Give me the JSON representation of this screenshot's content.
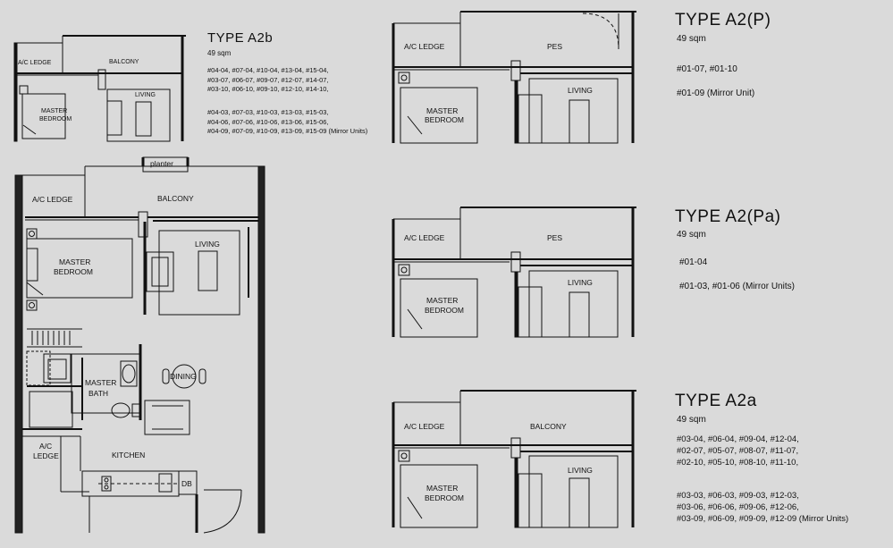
{
  "a2b": {
    "title": "TYPE A2b",
    "area": "49 sqm",
    "units": [
      "#04-04, #07-04, #10-04, #13-04, #15-04,",
      "#03-07, #06-07, #09-07, #12-07, #14-07,",
      "#03-10, #06-10, #09-10, #12-10, #14-10,"
    ],
    "mirror_units": [
      "#04-03, #07-03, #10-03, #13-03, #15-03,",
      "#04-06, #07-06, #10-06, #13-06, #15-06,",
      "#04-09, #07-09, #10-09, #13-09, #15-09 (Mirror Units)"
    ],
    "rooms": {
      "ac_ledge": "A/C LEDGE",
      "balcony": "BALCONY",
      "master_bedroom_1": "MASTER",
      "master_bedroom_2": "BEDROOM",
      "living": "LIVING"
    }
  },
  "main_plan": {
    "planter": "planter",
    "ac_ledge_top": "A/C LEDGE",
    "balcony": "BALCONY",
    "master_bedroom_1": "MASTER",
    "master_bedroom_2": "BEDROOM",
    "living": "LIVING",
    "master_bath_1": "MASTER",
    "master_bath_2": "BATH",
    "dining": "DINING",
    "ac_ledge_bottom_1": "A/C",
    "ac_ledge_bottom_2": "LEDGE",
    "kitchen": "KITCHEN",
    "db": "DB"
  },
  "a2p": {
    "title": "TYPE A2(P)",
    "area": "49 sqm",
    "units": "#01-07, #01-10",
    "mirror_units": "#01-09 (Mirror Unit)",
    "rooms": {
      "ac_ledge": "A/C LEDGE",
      "pes": "PES",
      "master_bedroom_1": "MASTER",
      "master_bedroom_2": "BEDROOM",
      "living": "LIVING"
    }
  },
  "a2pa": {
    "title": "TYPE A2(Pa)",
    "area": "49 sqm",
    "units": "#01-04",
    "mirror_units": "#01-03, #01-06 (Mirror Units)",
    "rooms": {
      "ac_ledge": "A/C LEDGE",
      "pes": "PES",
      "master_bedroom_1": "MASTER",
      "master_bedroom_2": "BEDROOM",
      "living": "LIVING"
    }
  },
  "a2a": {
    "title": "TYPE A2a",
    "area": "49 sqm",
    "units": [
      "#03-04, #06-04, #09-04, #12-04,",
      "#02-07, #05-07, #08-07, #11-07,",
      "#02-10, #05-10, #08-10, #11-10,"
    ],
    "mirror_units": [
      "#03-03, #06-03, #09-03, #12-03,",
      "#03-06, #06-06, #09-06, #12-06,",
      "#03-09, #06-09, #09-09, #12-09 (Mirror Units)"
    ],
    "rooms": {
      "ac_ledge": "A/C LEDGE",
      "balcony": "BALCONY",
      "master_bedroom_1": "MASTER",
      "master_bedroom_2": "BEDROOM",
      "living": "LIVING"
    }
  }
}
